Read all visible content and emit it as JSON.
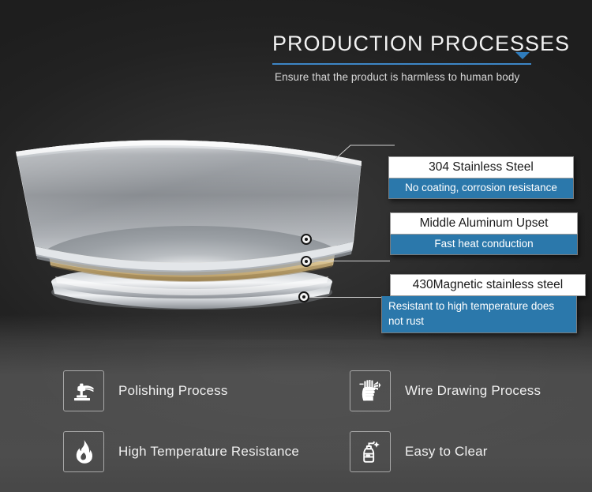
{
  "header": {
    "title": "PRODUCTION PROCESSES",
    "subtitle": "Ensure that the product is harmless to human body",
    "accent_color": "#3d86c6",
    "caret_icon": "chevron-down-icon"
  },
  "product": {
    "alt": "Three layer exploded stainless steel pan base",
    "layers": [
      {
        "name": "outer-steel-bowl",
        "color": "#b9bcc0"
      },
      {
        "name": "aluminum-core-disc",
        "color": "#d8c18e"
      },
      {
        "name": "magnetic-steel-base",
        "color": "#d5d8dc"
      }
    ]
  },
  "callouts": [
    {
      "id": "callout-1",
      "title": "304 Stainless Steel",
      "subtitle": "No coating, corrosion resistance",
      "subtitle_color": "#2b78ab"
    },
    {
      "id": "callout-2",
      "title": "Middle Aluminum Upset",
      "subtitle": "Fast heat conduction",
      "subtitle_color": "#2b78ab"
    },
    {
      "id": "callout-3",
      "title": "430Magnetic stainless steel",
      "subtitle": "Resistant to high temperature does not rust",
      "subtitle_color": "#2b78ab"
    }
  ],
  "features": [
    {
      "label": "Polishing Process",
      "icon": "polishing-machine-icon"
    },
    {
      "label": "Wire Drawing Process",
      "icon": "fist-wire-brush-icon"
    },
    {
      "label": "High Temperature Resistance",
      "icon": "flame-icon"
    },
    {
      "label": "Easy to Clear",
      "icon": "spray-bottle-icon"
    }
  ]
}
